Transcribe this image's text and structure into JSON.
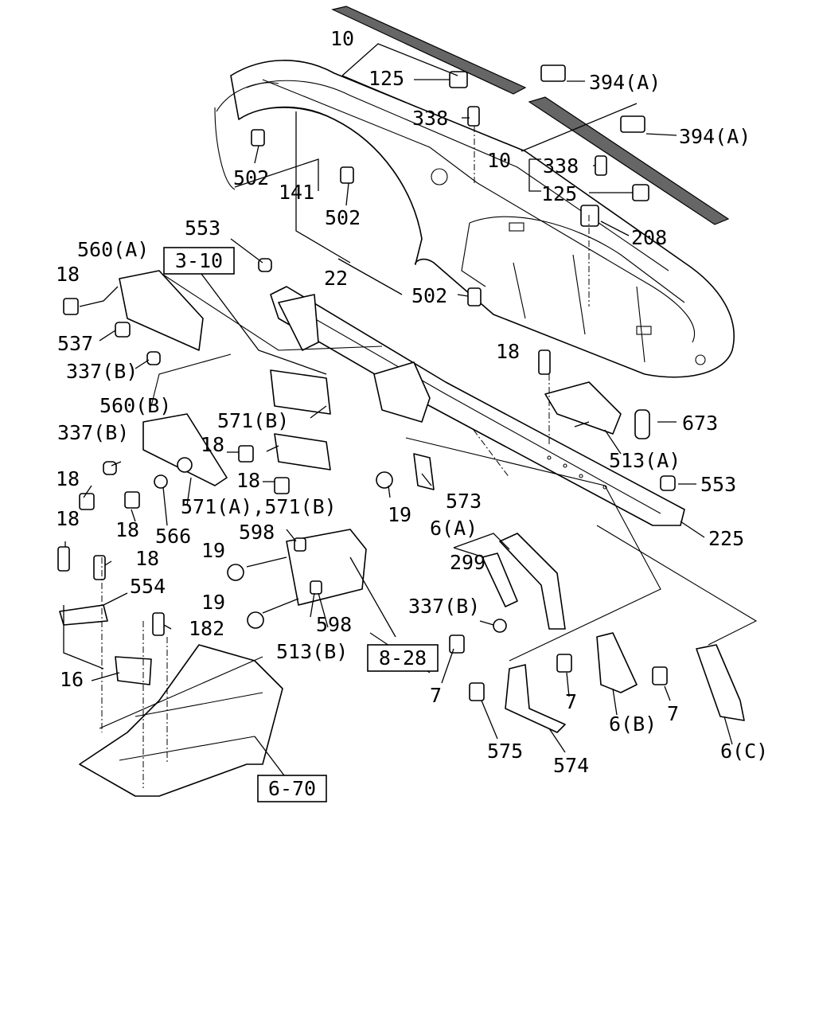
{
  "labels": {
    "l10a": "10",
    "l125a": "125",
    "l394a1": "394(A)",
    "l338a": "338",
    "l394a2": "394(A)",
    "l10b": "10",
    "l338b": "338",
    "l125b": "125",
    "l502a": "502",
    "l141": "141",
    "l502b": "502",
    "l208": "208",
    "l553a": "553",
    "l560a": "560(A)",
    "l22": "22",
    "l502c": "502",
    "l18a": "18",
    "l537": "537",
    "l337b1": "337(B)",
    "l18b": "18",
    "l560b": "560(B)",
    "l571b": "571(B)",
    "l673": "673",
    "l337b2": "337(B)",
    "l18c": "18",
    "l18d": "18",
    "l513a": "513(A)",
    "l553b": "553",
    "l18e": "18",
    "l571ab": "571(A),571(B)",
    "l19a": "19",
    "l573": "573",
    "l18f": "18",
    "l566": "566",
    "l6a": "6(A)",
    "l225": "225",
    "l598a": "598",
    "l18g": "18",
    "l19b": "19",
    "l299": "299",
    "l18h": "18",
    "l554": "554",
    "l19c": "19",
    "l598b": "598",
    "l337b3": "337(B)",
    "l182": "182",
    "l513b": "513(B)",
    "l16": "16",
    "l7a": "7",
    "l7b": "7",
    "l7c": "7",
    "l6b": "6(B)",
    "l575": "575",
    "l574": "574",
    "l6c": "6(C)"
  },
  "refs": {
    "r310": "3-10",
    "r828": "8-28",
    "r670": "6-70"
  }
}
